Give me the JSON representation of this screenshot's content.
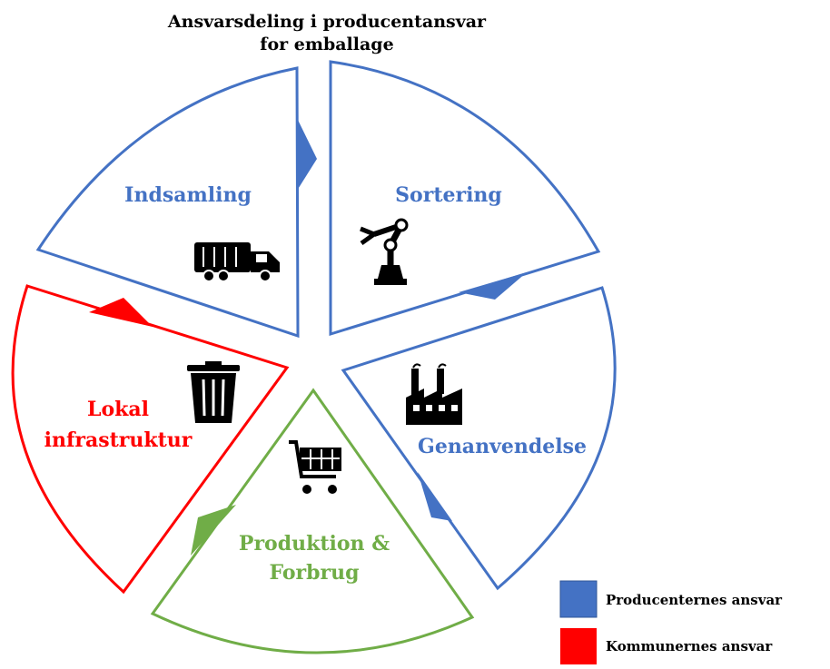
{
  "title_line1": "Ansvarsdeling i producentansvar",
  "title_line2": "for emballage",
  "colors": {
    "producer": "#4472C4",
    "municipal": "#FF0000",
    "consumer": "#70AD47"
  },
  "segments": {
    "indsamling": {
      "label": "Indsamling",
      "icon": "garbage-truck-icon"
    },
    "sortering": {
      "label": "Sortering",
      "icon": "robot-arm-icon"
    },
    "genanvendelse": {
      "label": "Genanvendelse",
      "icon": "factory-icon"
    },
    "produktion": {
      "label_line1": "Produktion &",
      "label_line2": "Forbrug",
      "icon": "shopping-cart-icon"
    },
    "lokal": {
      "label_line1": "Lokal",
      "label_line2": "infrastruktur",
      "icon": "trash-can-icon"
    }
  },
  "legend": {
    "producer": "Producenternes ansvar",
    "municipal": "Kommunernes ansvar"
  }
}
